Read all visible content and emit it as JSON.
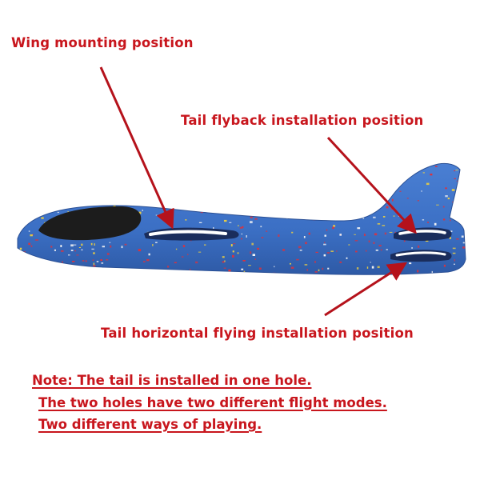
{
  "labels": {
    "wing": "Wing mounting position",
    "tail_flyback": "Tail flyback installation position",
    "tail_horizontal": "Tail horizontal flying installation position"
  },
  "note": {
    "line1": "Note: The tail is installed in one hole.",
    "line2": "The two holes have two different flight modes.",
    "line3": "Two different ways of playing."
  },
  "colors": {
    "text_red": "#c8161d",
    "arrow_red": "#b5121b",
    "fuselage_blue": "#3b6fc4",
    "canopy_black": "#1c1c1c",
    "speckle_red": "#e0303a",
    "speckle_yellow": "#f2d23c",
    "speckle_white": "#f5f5f5"
  }
}
